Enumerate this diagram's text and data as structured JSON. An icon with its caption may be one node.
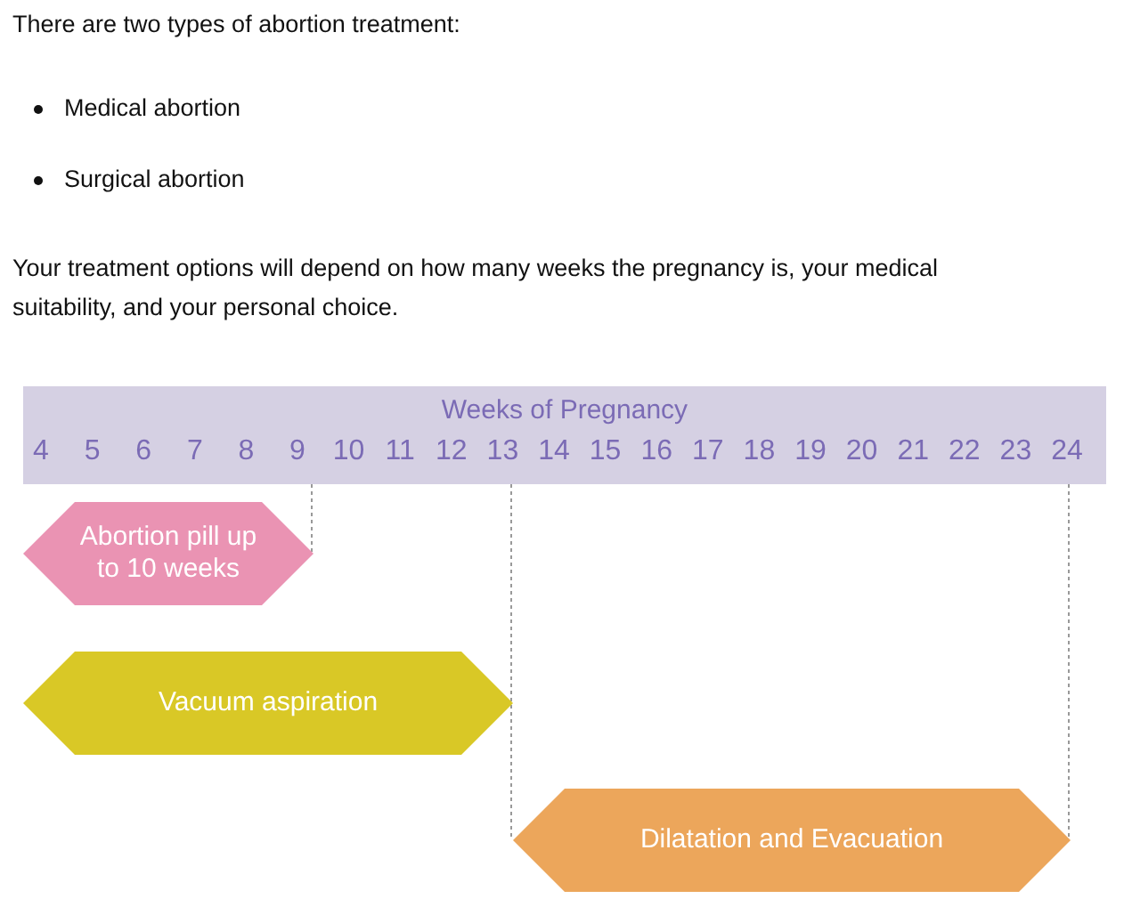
{
  "diagram": {
    "nodes": [
      {
        "text": [
          "Weeks of Pregnancy"
        ]
      },
      {
        "text": [
          "Abortion pill up to 10 weeks"
        ]
      },
      {
        "text": [
          "Vacuum aspiration"
        ]
      },
      {
        "text": [
          "Dilatation and Evacuation"
        ]
      }
    ],
    "edges": [
      {
        "from": 0,
        "to": 1,
        "arrow": "none",
        "style": "dashed"
      },
      {
        "from": 0,
        "to": 3,
        "arrow": "none",
        "style": "dashed"
      },
      {
        "from": 0,
        "to": 3,
        "arrow": "none",
        "style": "dashed"
      }
    ],
    "labels": [
      "There are two types of abortion treatment:",
      "Medical abortion",
      "Surgical abortion",
      "Your treatment options will depend on how many weeks the pregnancy is, your medical suitability, and your personal choice.",
      "4",
      "5",
      "6",
      "7",
      "8",
      "9",
      "10",
      "11",
      "12",
      "13",
      "14",
      "15",
      "16",
      "17",
      "18",
      "19",
      "20",
      "21",
      "22",
      "23",
      "24"
    ]
  }
}
